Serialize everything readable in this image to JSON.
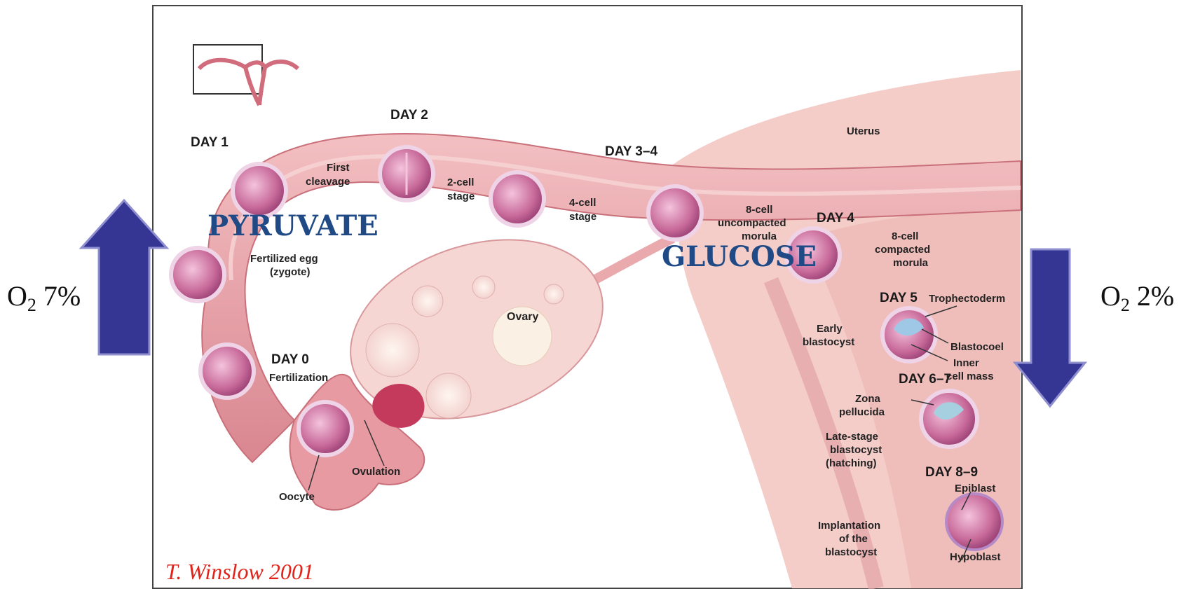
{
  "left_oxygen": {
    "symbol": "O",
    "subscript": "2",
    "value": "7%"
  },
  "right_oxygen": {
    "symbol": "O",
    "subscript": "2",
    "value": "2%"
  },
  "metabolites": {
    "pyruvate": "PYRUVATE",
    "glucose": "GLUCOSE"
  },
  "credit": "T. Winslow 2001",
  "days": {
    "day0": "DAY 0",
    "day1": "DAY 1",
    "day2": "DAY 2",
    "day3_4": "DAY 3–4",
    "day4": "DAY 4",
    "day5": "DAY 5",
    "day6_7": "DAY 6–7",
    "day8_9": "DAY 8–9"
  },
  "labels": {
    "uterus": "Uterus",
    "ovary": "Ovary",
    "first_cleavage": [
      "First",
      "cleavage"
    ],
    "two_cell": [
      "2-cell",
      "stage"
    ],
    "four_cell": [
      "4-cell",
      "stage"
    ],
    "eight_uncompacted": [
      "8-cell",
      "uncompacted",
      "morula"
    ],
    "eight_compacted": [
      "8-cell",
      "compacted",
      "morula"
    ],
    "fertilized_egg": [
      "Fertilized egg",
      "(zygote)"
    ],
    "fertilization": "Fertilization",
    "ovulation": "Ovulation",
    "oocyte": "Oocyte",
    "early_blastocyst": [
      "Early",
      "blastocyst"
    ],
    "trophectoderm": "Trophectoderm",
    "blastocoel": "Blastocoel",
    "inner_cell_mass": [
      "Inner",
      "cell mass"
    ],
    "zona_pellucida": [
      "Zona",
      "pellucida"
    ],
    "late_blastocyst": [
      "Late-stage",
      "blastocyst",
      "(hatching)"
    ],
    "epiblast": "Epiblast",
    "hypoblast": "Hypoblast",
    "implantation": [
      "Implantation",
      "of the",
      "blastocyst"
    ]
  },
  "colors": {
    "arrow": "#353594",
    "metabolite_text": "#1f4a86",
    "credit_text": "#e0231b",
    "tissue": "#f2c9c6",
    "tube": "#e7a4a8",
    "embryo": "#c86a9a"
  }
}
